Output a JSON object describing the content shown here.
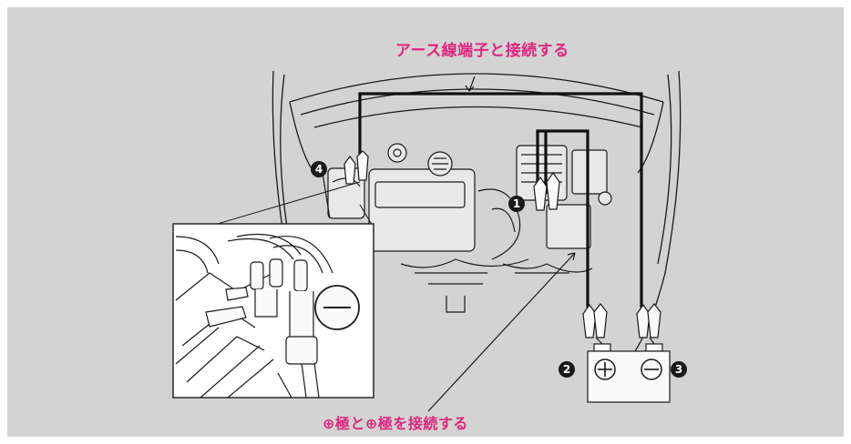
{
  "labels": {
    "ground_terminal": "アース線端子と接続する",
    "positive_connect": "⊕極と⊕極を接続する"
  },
  "markers": {
    "m1": "1",
    "m2": "2",
    "m3": "3",
    "m4": "4"
  },
  "colors": {
    "background": "#d3d3d3",
    "label": "#e0267d",
    "line": "#1a1a1a",
    "cable": "#111111"
  },
  "icons": {
    "positive": "plus-terminal-icon",
    "negative": "minus-terminal-icon"
  }
}
